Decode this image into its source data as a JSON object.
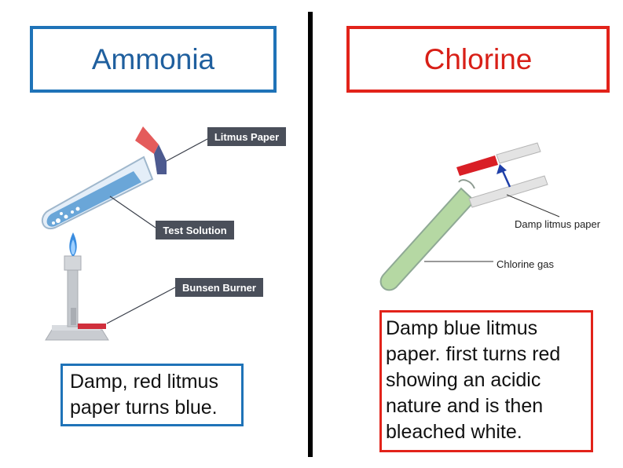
{
  "left_panel": {
    "title": "Ammonia",
    "caption": "Damp, red litmus paper turns blue.",
    "labels": {
      "litmus": "Litmus Paper",
      "solution": "Test Solution",
      "burner": "Bunsen Burner"
    }
  },
  "right_panel": {
    "title": "Chlorine",
    "caption": "Damp blue litmus paper. first turns red showing an acidic nature and is then bleached white.",
    "labels": {
      "damp_litmus": "Damp litmus paper",
      "gas": "Chlorine gas"
    }
  },
  "colors": {
    "ammonia_border": "#1f73b8",
    "chlorine_border": "#e2231a"
  }
}
